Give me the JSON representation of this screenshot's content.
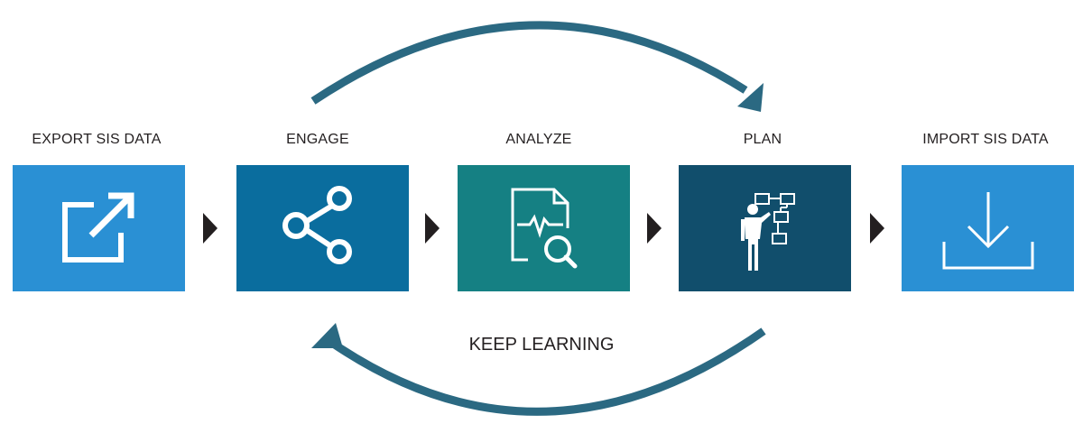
{
  "steps": [
    {
      "label": "EXPORT SIS DATA",
      "icon": "external-link-icon",
      "color": "#2a90d4"
    },
    {
      "label": "ENGAGE",
      "icon": "share-icon",
      "color": "#0a6d9e"
    },
    {
      "label": "ANALYZE",
      "icon": "document-analysis-icon",
      "color": "#158083"
    },
    {
      "label": "PLAN",
      "icon": "person-flowchart-icon",
      "color": "#114e6c"
    },
    {
      "label": "IMPORT SIS DATA",
      "icon": "download-icon",
      "color": "#2a90d4"
    }
  ],
  "cycle": {
    "label": "KEEP LEARNING",
    "arrow_color": "#2b6982"
  },
  "connector_color": "#231f20"
}
